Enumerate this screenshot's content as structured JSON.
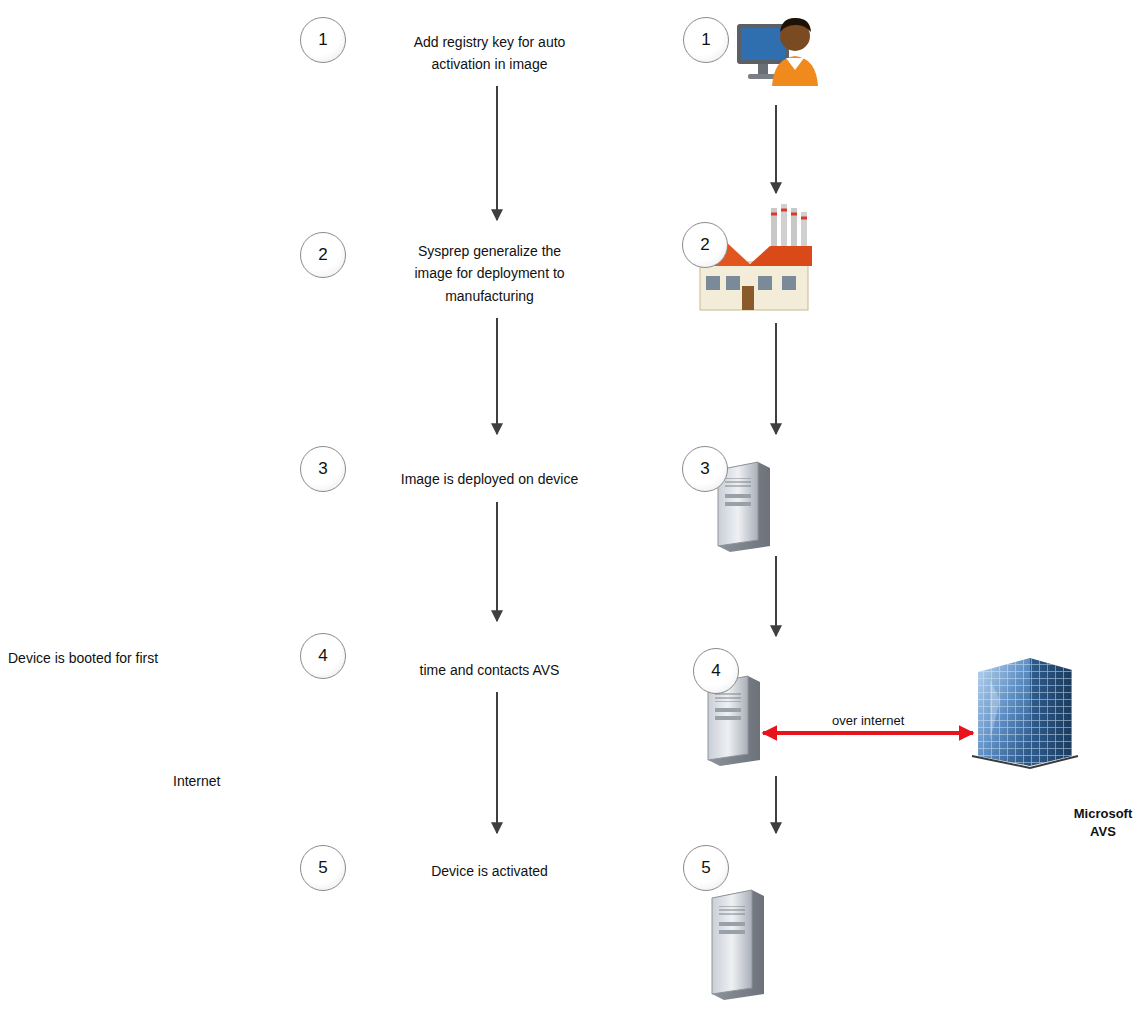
{
  "diagram": {
    "nodes": [
      {
        "text": [
          "1",
          "Add registry key for auto activation in image"
        ]
      },
      {
        "text": [
          "2",
          "Sysprep generalize the image for deployment to manufacturing"
        ]
      },
      {
        "text": [
          "3",
          "Image is deployed on device"
        ]
      },
      {
        "text": [
          "4",
          "time and contacts AVS"
        ]
      },
      {
        "text": [
          "5",
          "Device is activated"
        ]
      },
      {
        "text": [
          "1"
        ]
      },
      {
        "text": [
          "2"
        ]
      },
      {
        "text": [
          "3"
        ]
      },
      {
        "text": [
          "4"
        ]
      },
      {
        "text": [
          "5"
        ]
      },
      {
        "text": [
          "Microsoft AVS"
        ]
      }
    ],
    "edges": [
      {
        "from": 0,
        "to": 1,
        "arrow": "to"
      },
      {
        "from": 1,
        "to": 2,
        "arrow": "to"
      },
      {
        "from": 2,
        "to": 3,
        "arrow": "to"
      },
      {
        "from": 3,
        "to": 4,
        "arrow": "to"
      },
      {
        "from": 5,
        "to": 6,
        "arrow": "to"
      },
      {
        "from": 6,
        "to": 7,
        "arrow": "to"
      },
      {
        "from": 7,
        "to": 8,
        "arrow": "to"
      },
      {
        "from": 8,
        "to": 9,
        "arrow": "to"
      },
      {
        "from": 8,
        "to": 10,
        "label": "over internet",
        "arrow": "both"
      }
    ],
    "labels": [
      "Device is booted for first",
      "Internet"
    ]
  }
}
